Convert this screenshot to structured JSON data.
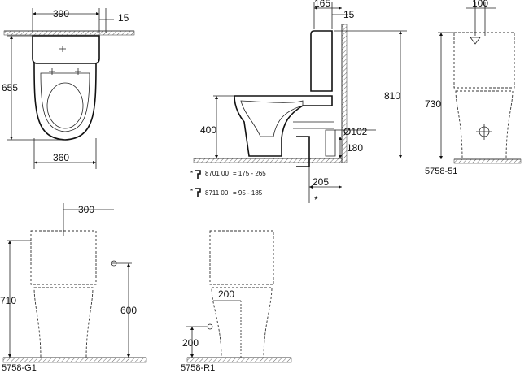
{
  "dimensions": {
    "top_width": "390",
    "top_wall_gap": "15",
    "top_depth": "655",
    "top_bowl_width": "360",
    "side_top_offset": "165",
    "side_wall_gap": "15",
    "side_height": "810",
    "side_seat_height": "400",
    "side_outlet_diameter": "Ø102",
    "side_outlet_height": "180",
    "side_outlet_distance": "205",
    "side_asterisk": "*",
    "front_offset": "100",
    "front_height": "730",
    "g1_offset": "300",
    "g1_height": "710",
    "g1_connection_height": "600",
    "r1_offset": "200",
    "r1_connection_height": "200"
  },
  "notes": [
    {
      "asterisk": "*",
      "code": "8701 00",
      "range": "= 175 -  265"
    },
    {
      "asterisk": "*",
      "code": "8711 00",
      "range": "=  95 -  185"
    }
  ],
  "models": {
    "front": "5758-51",
    "g1": "5758-G1",
    "r1": "5758-R1"
  }
}
